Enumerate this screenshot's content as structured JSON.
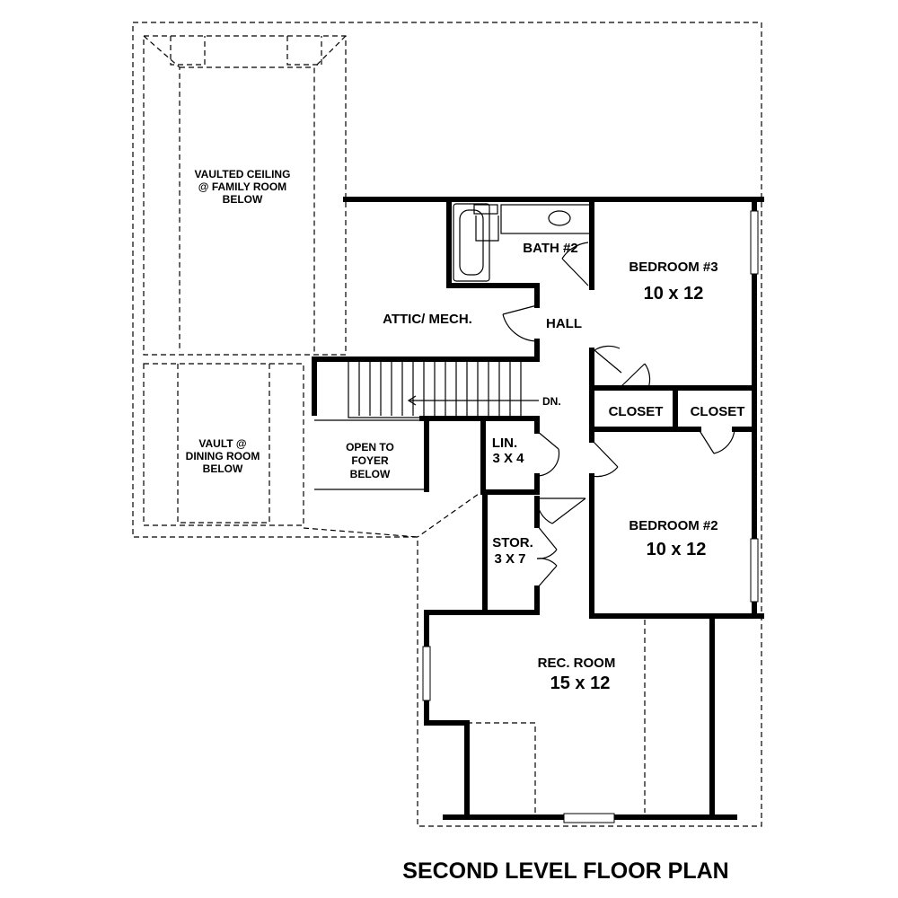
{
  "title": "SECOND LEVEL FLOOR PLAN",
  "rooms": {
    "vaulted_family": [
      "VAULTED CEILING",
      "@ FAMILY ROOM",
      "BELOW"
    ],
    "vault_dining": [
      "VAULT @",
      "DINING ROOM",
      "BELOW"
    ],
    "open_foyer": [
      "OPEN TO",
      "FOYER",
      "BELOW"
    ],
    "attic": "ATTIC/ MECH.",
    "bath2": "BATH #2",
    "hall": "HALL",
    "dn": "DN.",
    "bedroom3": {
      "name": "BEDROOM #3",
      "size": "10 x 12"
    },
    "bedroom2": {
      "name": "BEDROOM #2",
      "size": "10 x 12"
    },
    "closet_left": "CLOSET",
    "closet_right": "CLOSET",
    "linen": {
      "name": "LIN.",
      "size": "3 X 4"
    },
    "storage": {
      "name": "STOR.",
      "size": "3 X 7"
    },
    "rec_room": {
      "name": "REC. ROOM",
      "size": "15 x 12"
    }
  }
}
